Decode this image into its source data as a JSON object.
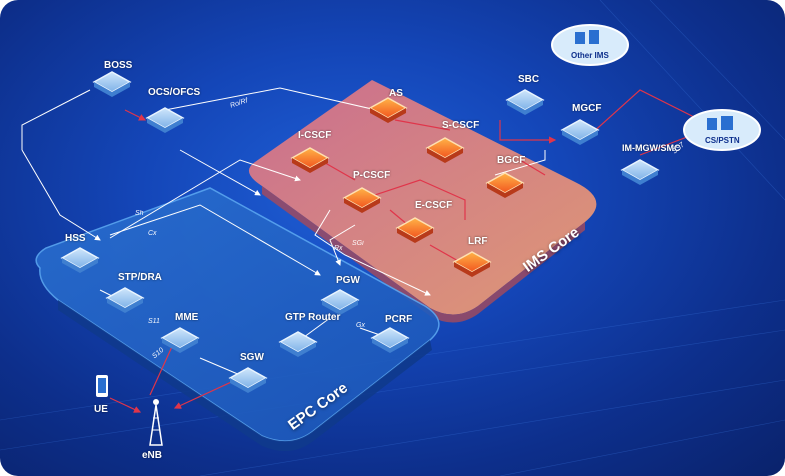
{
  "zones": {
    "ims": "IMS Core",
    "epc": "EPC Core"
  },
  "nodes": {
    "boss": "BOSS",
    "ocs": "OCS/OFCS",
    "hss": "HSS",
    "stp": "STP/DRA",
    "mme": "MME",
    "sgw": "SGW",
    "gtp": "GTP Router",
    "pgw": "PGW",
    "pcrf": "PCRF",
    "as": "AS",
    "icscf": "I-CSCF",
    "scscf": "S-CSCF",
    "pcscf": "P-CSCF",
    "bgcf": "BGCF",
    "ecscf": "E-CSCF",
    "lrf": "LRF",
    "sbc": "SBC",
    "mgcf": "MGCF",
    "immgw": "IM-MGW/SMC",
    "ue": "UE",
    "enb": "eNB"
  },
  "clouds": {
    "other_ims": "Other IMS",
    "cs_pstn": "CS/PSTN"
  },
  "interfaces": {
    "ro_rf": "Ro/Rf",
    "sh": "Sh",
    "cx": "Cx",
    "s11": "S11",
    "s10": "S10",
    "gx": "Gx",
    "rx": "Rx",
    "sgi": "SGi",
    "ss7": "SS7"
  },
  "colors": {
    "background": "#1446b8",
    "ims_zone": "#e8787f",
    "epc_zone": "#1f62c9",
    "link_red": "#e0354a",
    "link_white": "#ffffff"
  }
}
